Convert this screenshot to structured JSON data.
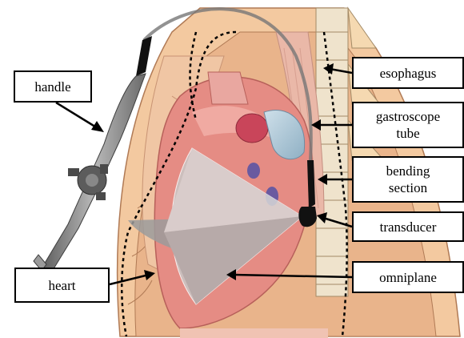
{
  "labels": {
    "handle": "handle",
    "esophagus": "esophagus",
    "gastroscope_line1": "gastroscope",
    "gastroscope_line2": "tube",
    "bending_line1": "bending",
    "bending_line2": "section",
    "transducer": "transducer",
    "omniplane": "omniplane",
    "heart": "heart"
  },
  "colors": {
    "muscle": "#e4a08f",
    "heart": "#e78d86",
    "bone": "#f2d3a6",
    "fan": "#bfbfbf",
    "probe": "#6f6f6f",
    "outline": "#000000"
  }
}
